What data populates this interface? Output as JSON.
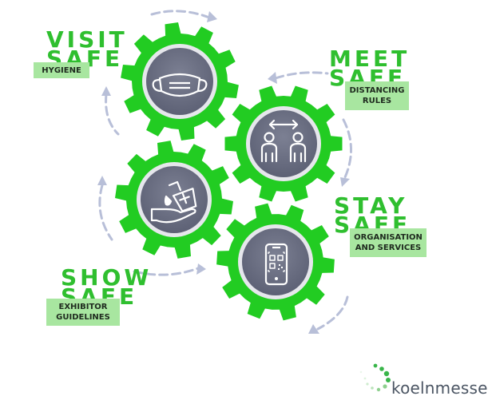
{
  "colors": {
    "gear": "#22cc22",
    "disc": "#6b6f82",
    "ring": "#e6e7ec",
    "arrow": "#b8bfd8",
    "tag": "#a8e6a0",
    "title": "#2fbf2f"
  },
  "steps": [
    {
      "title_top": "VISIT",
      "title_bottom": "SAFE",
      "tag": "HYGIENE",
      "icon": "face-mask-icon"
    },
    {
      "title_top": "MEET",
      "title_bottom": "SAFE",
      "tag_line1": "DISTANCING",
      "tag_line2": "RULES",
      "icon": "social-distancing-icon"
    },
    {
      "title_top": "SHOW",
      "title_bottom": "SAFE",
      "tag_line1": "EXHIBITOR",
      "tag_line2": "GUIDELINES",
      "icon": "hand-sanitizer-icon"
    },
    {
      "title_top": "STAY",
      "title_bottom": "SAFE",
      "tag_line1": "ORGANISATION",
      "tag_line2": "AND SERVICES",
      "icon": "mobile-qr-code-icon"
    }
  ],
  "brand": {
    "name": "koelnmesse",
    "icon": "dotted-arc-logo-icon"
  }
}
